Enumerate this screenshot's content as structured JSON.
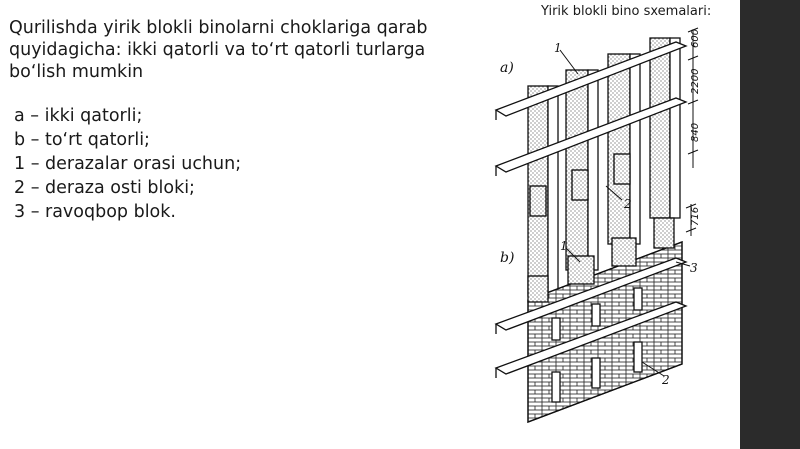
{
  "heading": "Qurilishda yirik blokli binolarni choklariga qarab quyidagicha: ikki qatorli va to‘rt qatorli turlarga bo‘lish mumkin",
  "legend_items": [
    "a – ikki qatorli;",
    "b – to‘rt qatorli;",
    "1 – derazalar orasi uchun;",
    "2 – deraza osti bloki;",
    "3 – ravoqbop blok."
  ],
  "figure": {
    "caption": "Yirik blokli bino sxemalari:",
    "label_a": "a)",
    "label_b": "b)",
    "callout_1": "1",
    "callout_2": "2",
    "callout_3": "3",
    "dims_a": [
      "600",
      "2200",
      "840"
    ],
    "dim_b": "716"
  }
}
